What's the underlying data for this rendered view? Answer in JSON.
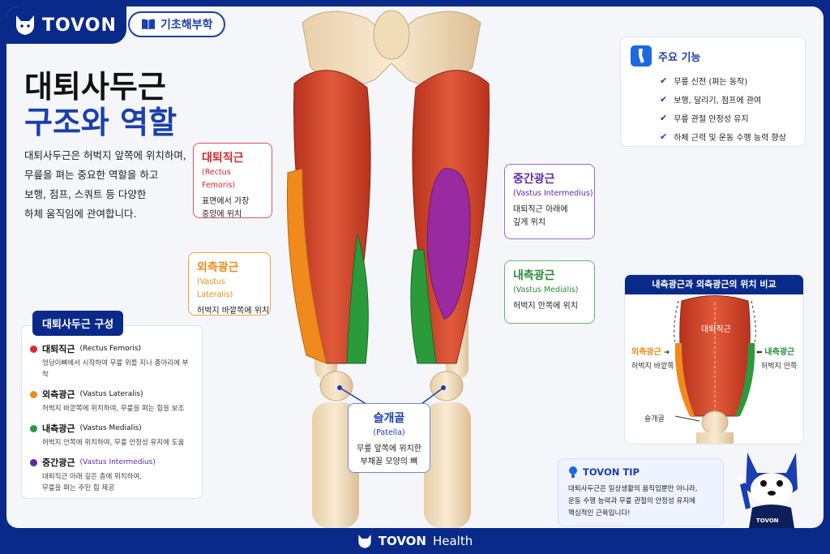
{
  "brand": {
    "name": "TOVON",
    "logo_icon": "wolf-head-icon"
  },
  "badge": {
    "icon": "book-icon",
    "label": "기초해부학"
  },
  "title": {
    "line1": "대퇴사두근",
    "line2": "구조와 역할"
  },
  "intro": [
    "대퇴사두근은 허벅지 앞쪽에 위치하며,",
    "무릎을 펴는 중요한 역할을 하고",
    "보행, 점프, 스쿼트 등 다양한",
    "하체 움직임에 관여합니다."
  ],
  "callouts": {
    "rectus": {
      "kr": "대퇴직근",
      "en": "(Rectus Femoris)",
      "desc1": "표면에서 가장",
      "desc2": "중앙에 위치"
    },
    "lateralis": {
      "kr": "외측광근",
      "en": "(Vastus Lateralis)",
      "desc1": "허벅지 바깥쪽에 위치"
    },
    "intermedius": {
      "kr": "중간광근",
      "en": "(Vastus Intermedius)",
      "desc1": "대퇴직근 아래에",
      "desc2": "깊게 위치"
    },
    "medialis": {
      "kr": "내측광근",
      "en": "(Vastus Medialis)",
      "desc1": "허벅지 안쪽에 위치"
    },
    "patella": {
      "kr": "슬개골",
      "en": "(Patella)",
      "desc1": "무릎 앞쪽에 위치한",
      "desc2": "부채꼴 모양의 뼈"
    }
  },
  "composition": {
    "title": "대퇴사두근 구성",
    "items": [
      {
        "kr": "대퇴직근",
        "en": "(Rectus Femoris)",
        "desc": "엉덩이뼈에서 시작하여 무릎 위를 지나 종아리에 부착",
        "color": "#e02a2a"
      },
      {
        "kr": "외측광근",
        "en": "(Vastus Lateralis)",
        "desc": "허벅지 바깥쪽에 위치하여, 무릎을 펴는 힘을 보조",
        "color": "#f08a1c"
      },
      {
        "kr": "내측광근",
        "en": "(Vastus Medialis)",
        "desc": "허벅지 안쪽에 위치하여, 무릎 안정성 유지에 도움",
        "color": "#2a9a3a"
      },
      {
        "kr": "중간광근",
        "en": "(Vastus Intermedius)",
        "desc": "대퇴직근 아래 깊은 층에 위치하여,",
        "desc2": "무릎을 펴는 주된 힘 제공",
        "color": "#5a2aa8"
      }
    ]
  },
  "functions": {
    "title": "주요 기능",
    "icon": "leg-icon",
    "items": [
      "무릎 신전 (펴는 동작)",
      "보행, 달리기, 점프에 관여",
      "무릎 관절 안정성 유지",
      "하체 근력 및 운동 수행 능력 향상"
    ]
  },
  "comparison": {
    "title": "내측광근과 외측광근의 위치 비교",
    "center_label": "대퇴직근",
    "left_kr": "외측광근",
    "left_desc": "허벅지 바깥쪽",
    "right_kr": "내측광근",
    "right_desc": "허벅지 안쪽",
    "bottom_label": "슬개골"
  },
  "tip": {
    "title": "TOVON TIP",
    "icon": "lightbulb-icon",
    "lines": [
      "대퇴사두근은 일상생활의 움직임뿐만 아니라,",
      "운동 수행 능력과 무릎 관절의 안정성 유지에",
      "핵심적인 근육입니다!"
    ]
  },
  "mascot": {
    "shirt_text": "TOVON"
  },
  "footer": {
    "brand": "TOVON",
    "suffix": "Health"
  }
}
